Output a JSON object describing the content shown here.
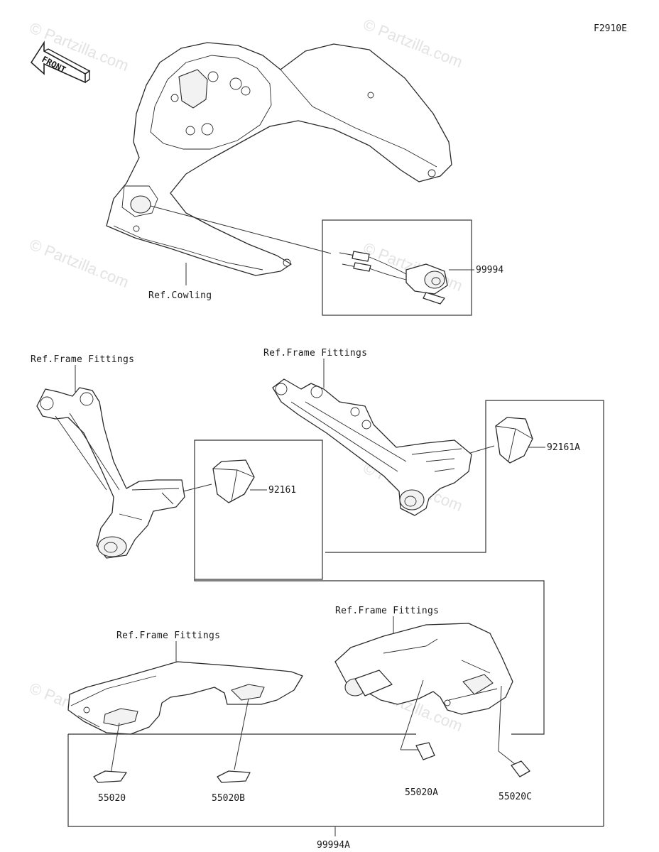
{
  "figure_id": "F2910E",
  "front_label": "FRONT",
  "refs": {
    "cowling": "Ref.Cowling",
    "frame_fittings": "Ref.Frame Fittings"
  },
  "parts": {
    "usb_socket": "99994",
    "cover_left": "92161",
    "cover_right": "92161A",
    "pad_a": "55020",
    "pad_b": "55020B",
    "pad_c": "55020A",
    "pad_d": "55020C",
    "kit": "99994A"
  },
  "watermark": {
    "text": "© Partzilla.com"
  },
  "colors": {
    "line": "#2a2a2a",
    "watermark": "#e3e3e3",
    "background": "#ffffff"
  }
}
